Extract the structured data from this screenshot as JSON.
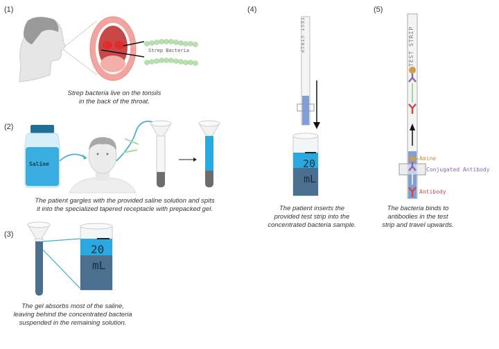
{
  "panels": [
    {
      "number": "(1)",
      "caption_lines": [
        "Strep bacteria live on the tonsils",
        "in the back of the throat."
      ],
      "labels": {
        "bacteria": "Strep Bacteria"
      }
    },
    {
      "number": "(2)",
      "caption_lines": [
        "The patient gargles with the provided saline solution and spits",
        "it into the specialized tapered receptacle with prepacked gel."
      ],
      "labels": {
        "bottle": "Saline"
      }
    },
    {
      "number": "(3)",
      "caption_lines": [
        "The gel absorbs most of the saline,",
        "leaving behind the concentrated bacteria",
        "suspended in the remaining solution."
      ],
      "labels": {
        "volume_value": "20",
        "volume_unit": "mL"
      }
    },
    {
      "number": "(4)",
      "caption_lines": [
        "The patient inserts the",
        "provided test strip into the",
        "concentrated bacteria sample."
      ],
      "labels": {
        "strip": "TEST STRIP",
        "volume_value": "20",
        "volume_unit": "mL"
      }
    },
    {
      "number": "(5)",
      "caption_lines": [
        "The bacteria binds to",
        "antibodies in the test",
        "strip and travel upwards."
      ],
      "labels": {
        "strip": "TEST STRIP",
        "amine": "Amine",
        "conjugated": "Conjugated Antibody",
        "antibody": "Antibody"
      }
    }
  ],
  "colors": {
    "saline_blue": "#3aaee0",
    "sample_dark": "#4b6f8f",
    "strip_blue": "#7f9fd6",
    "amine": "#d08a3c",
    "conjugated": "#8a68b0",
    "antibody": "#c84a4a",
    "bacteria_green": "#a8d8a0"
  }
}
